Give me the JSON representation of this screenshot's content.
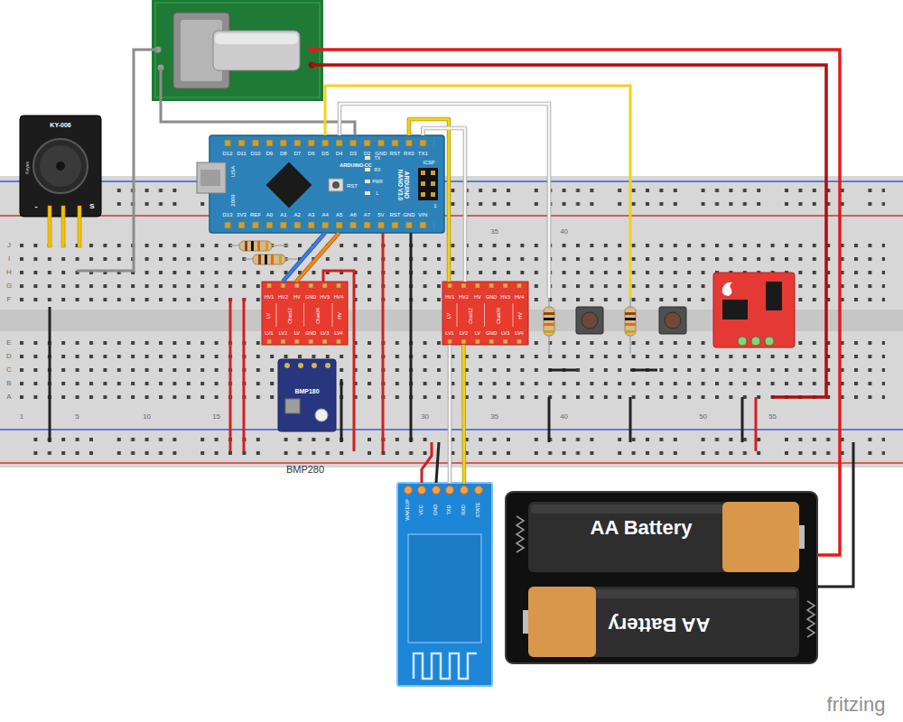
{
  "diagram": {
    "nodes": [
      {
        "text": [
          "KY-006",
          "Keyes",
          "-",
          "S"
        ]
      },
      {
        "text": [
          "D12",
          "D11",
          "D10",
          "D9",
          "D8",
          "D7",
          "D6",
          "D5",
          "D4",
          "D3",
          "D2",
          "GND",
          "RST",
          "RX0",
          "TX1",
          "D13",
          "3V3",
          "REF",
          "A0",
          "A1",
          "A2",
          "A3",
          "A4",
          "A5",
          "A6",
          "A7",
          "5V",
          "RST",
          "GND",
          "VIN",
          "ARDUINO-CC",
          "USA",
          "2009",
          "RST",
          "TX",
          "RX",
          "PWR",
          "L",
          "ARDUINO NANO V3.0",
          "ICSP",
          "1"
        ]
      },
      {
        "text": [
          "HV1",
          "HV2",
          "HV",
          "GND",
          "HV3",
          "HV4",
          "LV",
          "Chan12",
          "Chan34",
          "HV",
          "LV1",
          "LV2",
          "LV",
          "GND",
          "LV3",
          "LV4"
        ]
      },
      {
        "text": [
          "HV1",
          "HV2",
          "HV",
          "GND",
          "HV3",
          "HV4",
          "LV",
          "Chan12",
          "Chan34",
          "HV",
          "LV1",
          "LV2",
          "LV",
          "GND",
          "LV3",
          "LV4"
        ]
      },
      {
        "text": [
          "BMP180",
          "BMP280"
        ]
      },
      {
        "text": [
          "WAKEUP",
          "VCC",
          "GND",
          "TXD",
          "RXD",
          "STATE"
        ]
      },
      {
        "text": [
          "AA Battery",
          "AA Battery"
        ]
      }
    ],
    "edges": [
      {
        "from": 1,
        "to": 2,
        "arrow": "none"
      },
      {
        "from": 1,
        "to": 2,
        "arrow": "none"
      },
      {
        "from": 1,
        "to": 3,
        "arrow": "none"
      },
      {
        "from": 1,
        "to": 3,
        "arrow": "none"
      },
      {
        "from": 3,
        "to": 5,
        "arrow": "none"
      },
      {
        "from": 3,
        "to": 5,
        "arrow": "none"
      }
    ],
    "labels": [
      "J",
      "I",
      "H",
      "G",
      "F",
      "E",
      "D",
      "C",
      "B",
      "A",
      "35",
      "40",
      "1",
      "5",
      "10",
      "15",
      "30",
      "35",
      "40",
      "50",
      "55",
      "fritzing"
    ]
  }
}
